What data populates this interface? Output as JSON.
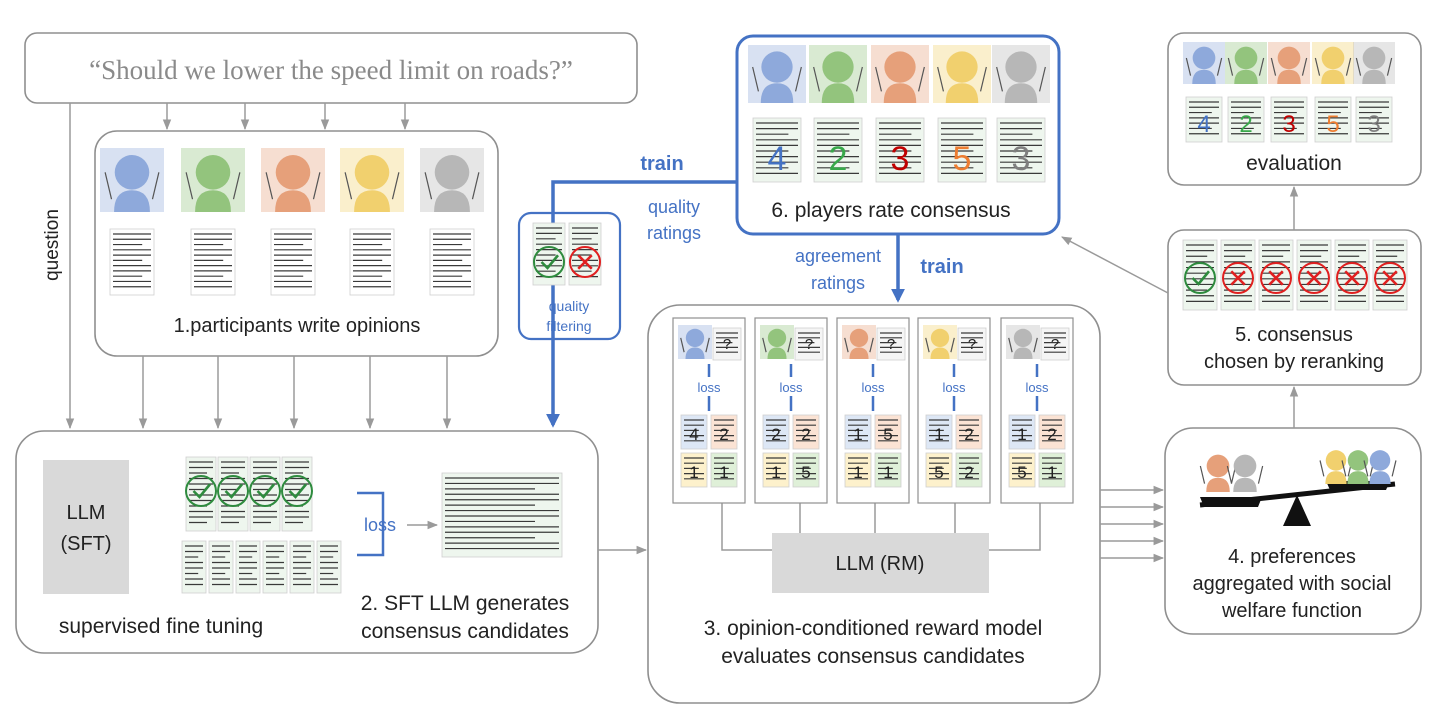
{
  "question_text": "“Should we lower the speed limit on roads?”",
  "question_label": "question",
  "step1_label": "1.participants write opinions",
  "step2_label_line1": "2. SFT LLM generates",
  "step2_label_line2": "consensus candidates",
  "sft_box_line1": "LLM",
  "sft_box_line2": "(SFT)",
  "sft_caption": "supervised fine tuning",
  "sft_loss": "loss",
  "step3_label_line1": "3. opinion-conditioned reward model",
  "step3_label_line2": "evaluates consensus candidates",
  "rm_box": "LLM (RM)",
  "loss_label": "loss",
  "doc_question_mark": "?",
  "step4_label_line1": "4. preferences",
  "step4_label_line2": "aggregated with social",
  "step4_label_line3": "welfare function",
  "step5_label_line1": "5. consensus",
  "step5_label_line2": "chosen by reranking",
  "step6_label": "6. players rate consensus",
  "evaluation_label": "evaluation",
  "train_label": "train",
  "quality_ratings_line1": "quality",
  "quality_ratings_line2": "ratings",
  "quality_filtering_line1": "quality",
  "quality_filtering_line2": "filtering",
  "agreement_ratings_line1": "agreement",
  "agreement_ratings_line2": "ratings",
  "player_colors": [
    "#8ea9db",
    "#93c47d",
    "#e6a07a",
    "#f1d06e",
    "#b7b7b7"
  ],
  "rating_colors": [
    "#4472c4",
    "#38a84a",
    "#c00000",
    "#ed7d31",
    "#7f7f7f"
  ],
  "ratings": [
    "4",
    "2",
    "3",
    "5",
    "3"
  ],
  "rm_scores": [
    [
      "4",
      "2",
      "1",
      "1"
    ],
    [
      "2",
      "2",
      "1",
      "5"
    ],
    [
      "1",
      "5",
      "1",
      "1"
    ],
    [
      "1",
      "2",
      "5",
      "2"
    ],
    [
      "1",
      "2",
      "5",
      "1"
    ]
  ],
  "icons": {
    "check": "check-mark-icon",
    "cross": "cross-mark-icon",
    "person": "person-icon",
    "document": "document-icon",
    "scale": "balance-scale-icon"
  },
  "accent_blue": "#4472c4"
}
